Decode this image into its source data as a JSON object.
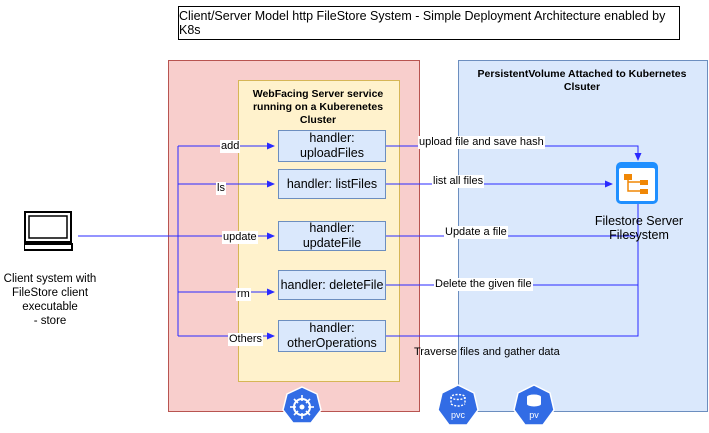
{
  "title": "Client/Server Model http FileStore System - Simple Deployment Architecture enabled by K8s",
  "webfacing": {
    "title": "WebFacing Server service running on a Kuberenetes Cluster"
  },
  "persistent": {
    "title": "PersistentVolume Attached to Kubernetes Clsuter"
  },
  "client": {
    "label_lines": [
      "Client system with",
      "FileStore client",
      "executable",
      "- store"
    ]
  },
  "filestore": {
    "label_lines": [
      "Filestore Server",
      "Filesystem"
    ]
  },
  "handlers": [
    {
      "lines": [
        "handler:",
        "uploadFiles"
      ]
    },
    {
      "lines": [
        "handler: listFiles"
      ]
    },
    {
      "lines": [
        "handler: updateFile"
      ]
    },
    {
      "lines": [
        "handler: deleteFile"
      ]
    },
    {
      "lines": [
        "handler:",
        "otherOperations"
      ]
    }
  ],
  "commands": [
    "add",
    "ls",
    "update",
    "rm",
    "Others"
  ],
  "actions": [
    "upload file and save hash",
    "list all files",
    "Update a file",
    "Delete the given file",
    "Traverse files and gather data"
  ],
  "badges": {
    "pvc": "pvc",
    "pv": "pv"
  },
  "colors": {
    "arrow": "#2a2aff",
    "red_fill": "#f8cecc",
    "yellow_fill": "#fff2cc",
    "blue_fill": "#dae8fc",
    "k8s_blue": "#326ce5",
    "folder_orange": "#f08705"
  },
  "icons": {
    "client": "computer-icon",
    "filestore": "filesystem-icon",
    "k8s": "kubernetes-wheel-icon"
  }
}
